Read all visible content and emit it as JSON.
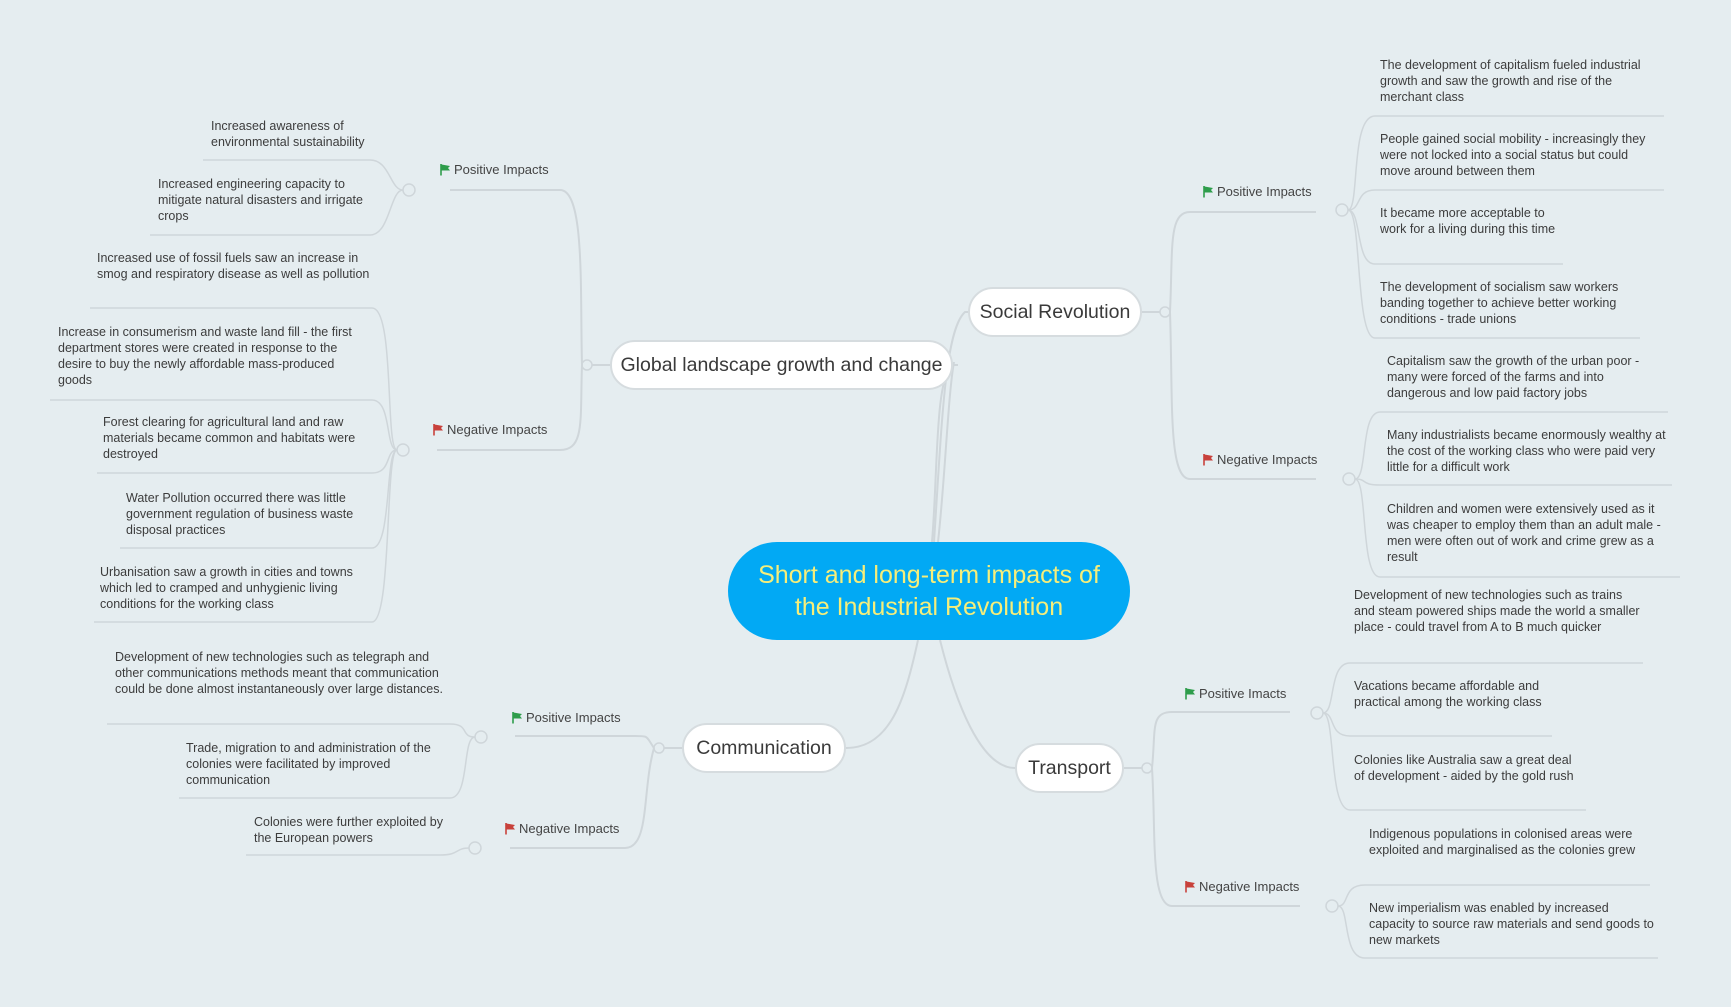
{
  "central": "Short and long-term impacts of the Industrial Revolution",
  "colors": {
    "background": "#e5edf0",
    "central_fill": "#02a9f4",
    "central_text": "#f6ee7a",
    "line": "#cfd6da",
    "positive_flag": "#2e9d4b",
    "negative_flag": "#c8413b"
  },
  "topics": {
    "global": {
      "title": "Global landscape growth and change",
      "positive_label": "Positive Impacts",
      "negative_label": "Negative Impacts",
      "positive": [
        "Increased awareness of environmental sustainability",
        "Increased engineering capacity to mitigate natural disasters and irrigate crops"
      ],
      "negative": [
        "Increased use of fossil fuels saw an increase in smog and respiratory disease as well as pollution",
        "Increase in consumerism and waste land fill - the first department stores were created in response to the desire to buy the newly affordable mass-produced goods",
        "Forest clearing for agricultural land and raw materials became common and habitats were destroyed",
        "Water Pollution occurred there was little government regulation of business waste disposal practices",
        "Urbanisation saw a growth in cities and towns which led to cramped and unhygienic living conditions for the working class"
      ]
    },
    "communication": {
      "title": "Communication",
      "positive_label": "Positive Impacts",
      "negative_label": "Negative Impacts",
      "positive": [
        "Development of new technologies such as telegraph and other communications methods meant that communication could be done almost instantaneously over large distances.",
        "Trade, migration to and administration of the colonies were facilitated by improved communication"
      ],
      "negative": [
        "Colonies were further exploited by the European powers"
      ]
    },
    "social": {
      "title": "Social Revolution",
      "positive_label": "Positive Impacts",
      "negative_label": "Negative Impacts",
      "positive": [
        "The development of capitalism fueled industrial growth and saw the growth and rise of the merchant class",
        "People gained social mobility - increasingly they were not locked into a social status but could move around between them",
        "It became more acceptable to work for a living during this time",
        "The development of socialism saw workers banding together to achieve better working conditions - trade unions"
      ],
      "negative": [
        "Capitalism saw the growth of the urban poor - many were forced of the farms and into dangerous and low paid factory jobs",
        "Many industrialists became enormously wealthy at the cost of the working class who were paid very little for a difficult work",
        "Children and women were extensively used as it was cheaper to employ them than an adult male - men were often out of work and crime grew as a result"
      ]
    },
    "transport": {
      "title": "Transport",
      "positive_label": "Positive Imacts",
      "negative_label": "Negative Impacts",
      "positive": [
        "Development of new technologies such as trains and steam powered ships made the world a smaller place - could travel from A to B much quicker",
        "Vacations became affordable and practical among the working class",
        "Colonies like Australia saw a great deal of development - aided by the gold rush"
      ],
      "negative": [
        "Indigenous populations in colonised areas were exploited and marginalised as the colonies grew",
        "New imperialism was enabled by increased capacity to source raw materials and send goods to new markets"
      ]
    }
  }
}
